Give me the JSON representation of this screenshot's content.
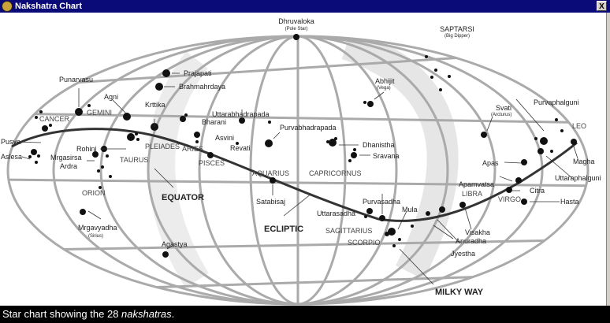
{
  "window": {
    "title": "Nakshatra Chart",
    "close_label": "X"
  },
  "caption": {
    "prefix": "Star chart showing the 28 ",
    "emphasis": "nakshatras",
    "suffix": "."
  },
  "labels": {
    "dhruvaloka": "Dhruvaloka",
    "pole_star": "(Pole Star)",
    "saptarsi": "SAPTARSI",
    "big_dipper": "(Big Dipper)",
    "punarvasu": "Punarvasu",
    "prajapati": "Prajapati",
    "brahmahrdaya": "Brahmahrdaya",
    "agni": "Agni",
    "krttika": "Krttika",
    "gemini": "GEMINI",
    "cancer": "CANCER",
    "pusya": "Pusya",
    "aslesa": "Aslesa",
    "rohini": "Rohini",
    "pleiades": "PLEIADES",
    "taurus": "TAURUS",
    "mrgasirsa": "Mrgasirsa",
    "ardra": "Ardra",
    "orion": "ORION",
    "mrgavyadha": "Mrgavyadha",
    "sirius": "(Sirius)",
    "equator": "EQUATOR",
    "agastya": "Agastya",
    "uttarabhadrapada": "Uttarabhadrapada",
    "bharani": "Bharani",
    "asvini": "Asvini",
    "aries": "ARIES",
    "revati": "Revati",
    "pisces": "PISCES",
    "purvabhadrapada": "Purvabhadrapada",
    "aquarius": "AQUARIUS",
    "satabisaj": "Satabisaj",
    "ecliptic": "ECLIPTIC",
    "capricornus": "CAPRICORNUS",
    "dhanistha": "Dhanistha",
    "sravana": "Sravana",
    "abhijit": "Abhijit",
    "vega": "(Vega)",
    "purvasadha": "Purvasadha",
    "uttarasadha": "Uttarasadha",
    "mula": "Mula",
    "sagittarius": "SAGITTARIUS",
    "scorpio": "SCORPIO",
    "jyestha": "Jyestha",
    "anuradha": "Anuradha",
    "visakha": "Visakha",
    "libra": "LIBRA",
    "apamvatsa": "Apamvatsa",
    "apas": "Apas",
    "svati": "Svati",
    "arcturus": "(Arcturus)",
    "citra": "Citra",
    "virgo": "VIRGO",
    "hasta": "Hasta",
    "purvaphalguni": "Purvaphalguni",
    "leo": "LEO",
    "magha": "Magha",
    "uttaraphalguni": "Uttaraphalguni",
    "milky_way": "MILKY WAY"
  }
}
